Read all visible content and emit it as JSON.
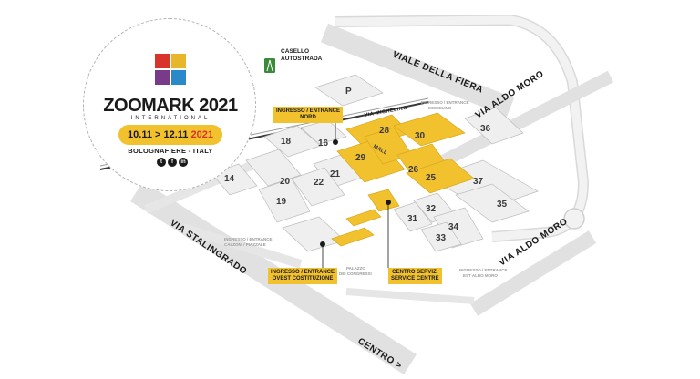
{
  "streets": {
    "viale_della_fiera": "VIALE DELLA FIERA",
    "via_stalingrado": "VIA STALINGRADO",
    "via_aldo_moro": "VIA ALDO MORO",
    "centro": "CENTRO >",
    "via_michelino": "VIA MICHELINO"
  },
  "halls": [
    "P",
    "28",
    "30",
    "16",
    "18",
    "29",
    "26",
    "36",
    "21",
    "14",
    "20",
    "22",
    "25",
    "37",
    "19",
    "31",
    "32",
    "35",
    "33",
    "34"
  ],
  "mall_label": "MALL",
  "logo": {
    "name": "ZOOMARK 2021",
    "subtitle": "INTERNATIONAL",
    "dates": "10.11 > 12.11",
    "year": "2021",
    "venue": "BOLOGNAFIERE - ITALY",
    "icons": [
      "dog-icon",
      "cat-icon",
      "bird-icon",
      "fish-icon"
    ],
    "social": [
      "twitter-icon",
      "facebook-icon",
      "linkedin-icon"
    ]
  },
  "caselo": {
    "line1": "CASELLO",
    "line2": "AUTOSTRADA",
    "icon": "highway-icon"
  },
  "callouts": {
    "nord": {
      "line1": "INGRESSO / ENTRANCE",
      "line2": "NORD"
    },
    "ovest": {
      "line1": "INGRESSO / ENTRANCE",
      "line2": "OVEST COSTITUZIONE"
    },
    "service": {
      "line1": "CENTRO SERVIZI",
      "line2": "SERVICE CENTRE"
    }
  },
  "gray_labels": {
    "michelino": {
      "line1": "INGRESSO / ENTRANCE",
      "line2": "MICHELINO"
    },
    "calzoni": {
      "line1": "INGRESSO / ENTRANCE",
      "line2": "CALZONI / PIAZZALE"
    },
    "palazzo": {
      "line1": "PALAZZO",
      "line2": "DEI CONGRESSI"
    },
    "aldo_moro": {
      "line1": "INGRESSO / ENTRANCE",
      "line2": "EST ALDO MORO"
    }
  },
  "colors": {
    "accent": "#f2c12e",
    "road": "#e6e6e6",
    "building": "#ededed",
    "text": "#1a1a1a"
  }
}
